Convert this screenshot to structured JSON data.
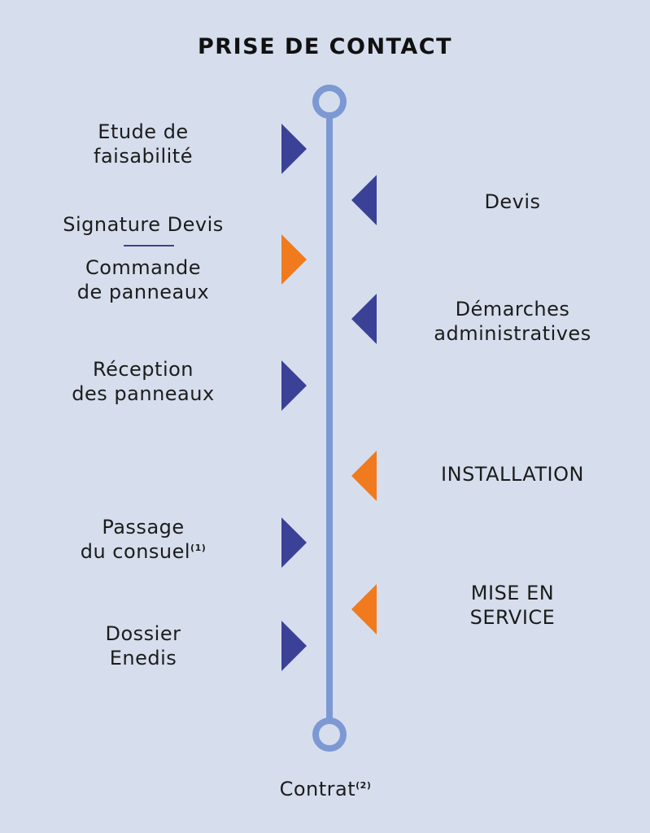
{
  "title": "PRISE DE CONTACT",
  "colors": {
    "accent": "#3a4196",
    "highlight": "#f07a1d",
    "line": "#7d99d3",
    "background": "#d6deed"
  },
  "left_steps": [
    {
      "line1": "Etude de",
      "line2": "faisabilité",
      "arrow": "dark-blue"
    },
    {
      "line1": "Signature Devis",
      "arrow": "none"
    },
    {
      "line1": "Commande",
      "line2": "de panneaux",
      "arrow": "orange"
    },
    {
      "line1": "Réception",
      "line2": "des panneaux",
      "arrow": "dark-blue"
    },
    {
      "line1": "Passage",
      "line2": "du consuel",
      "sup": "(1)",
      "arrow": "dark-blue"
    },
    {
      "line1": "Dossier",
      "line2": "Enedis",
      "arrow": "dark-blue"
    }
  ],
  "right_steps": [
    {
      "line1": "Devis",
      "arrow": "dark-blue"
    },
    {
      "line1": "Démarches",
      "line2": "administratives",
      "arrow": "dark-blue"
    },
    {
      "line1": "INSTALLATION",
      "arrow": "orange"
    },
    {
      "line1": "MISE EN",
      "line2": "SERVICE",
      "arrow": "orange"
    }
  ],
  "end": {
    "label": "Contrat",
    "sup": "(2)"
  }
}
